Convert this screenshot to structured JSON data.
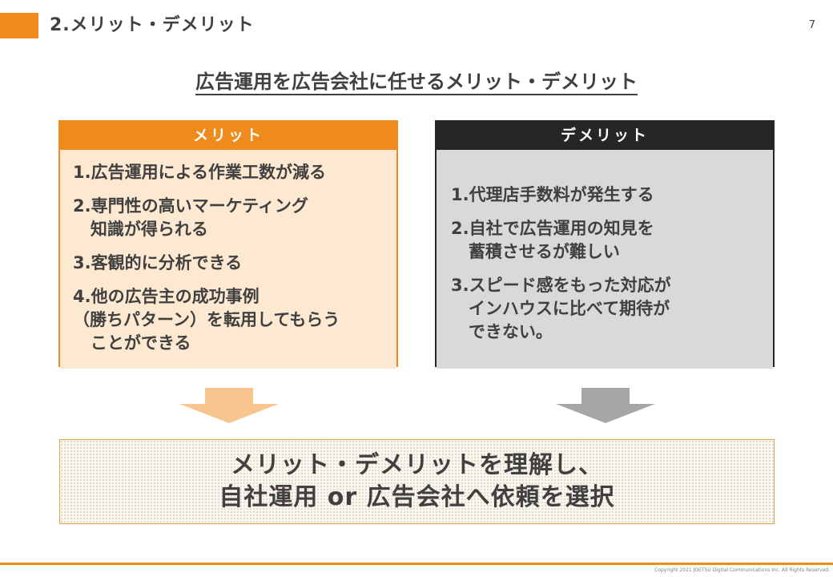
{
  "header": {
    "section_title": "2.メリット・デメリット",
    "page_number": "7"
  },
  "main_title": "広告運用を広告会社に任せるメリット・デメリット",
  "merit": {
    "title": "メリット",
    "items": [
      "1.広告運用による作業工数が減る",
      "2.専門性の高いマーケティング\n   知識が得られる",
      "3.客観的に分析できる",
      "4.他の広告主の成功事例\n（勝ちパターン）を転用してもらう\n   ことができる"
    ]
  },
  "demerit": {
    "title": "デメリット",
    "items": [
      "1.代理店手数料が発生する",
      "2.自社で広告運用の知見を\n   蓄積させるが難しい",
      "3.スピード感をもった対応が\n   インハウスに比べて期待が\n   できない。"
    ]
  },
  "conclusion": {
    "line1": "メリット・デメリットを理解し、",
    "line2": "自社運用 or 広告会社へ依頼を選択"
  },
  "footer": {
    "copyright": "Copyright 2021 JOETSU Digital Communications Inc. All Rights Reserved."
  },
  "colors": {
    "accent": "#ef8a1d",
    "merit_body": "#fde9d1",
    "demerit_header": "#262626",
    "demerit_body": "#d9d9d9",
    "merit_arrow": "#f9c58e",
    "demerit_arrow": "#a6a6a6"
  }
}
